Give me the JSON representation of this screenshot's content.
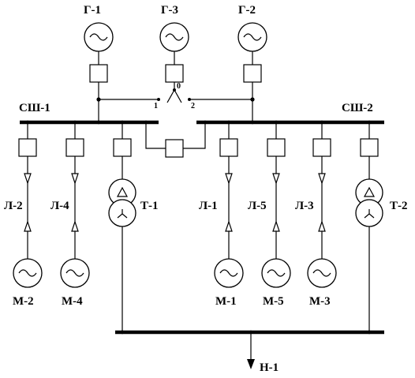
{
  "generators": [
    "Г-1",
    "Г-3",
    "Г-2"
  ],
  "buses": {
    "left": "СШ-1",
    "right": "СШ-2"
  },
  "switch_positions": {
    "left": "1",
    "center": "0",
    "right": "2"
  },
  "lines": [
    "Л-2",
    "Л-4",
    "Л-1",
    "Л-5",
    "Л-3"
  ],
  "motors": [
    "М-2",
    "М-4",
    "М-1",
    "М-5",
    "М-3"
  ],
  "transformers": [
    "Т-1",
    "Т-2"
  ],
  "load": "Н-1"
}
